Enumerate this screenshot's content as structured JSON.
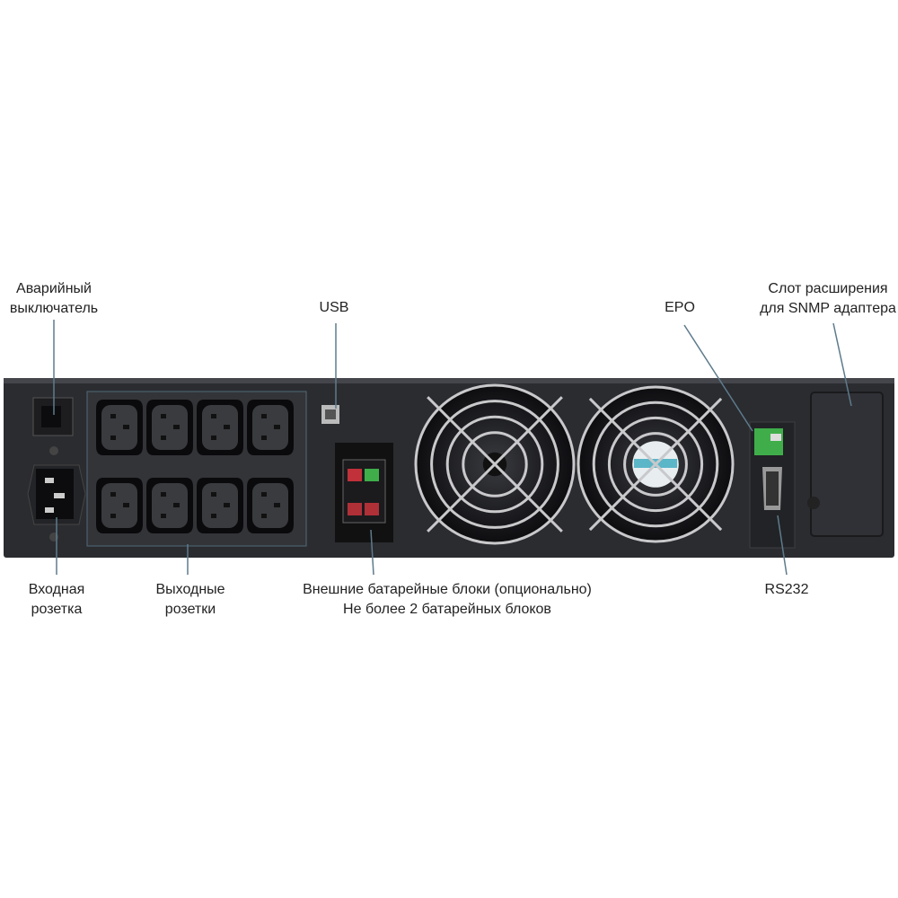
{
  "labels": {
    "emergency_switch": [
      "Аварийный",
      "выключатель"
    ],
    "usb": "USB",
    "epo": "EPO",
    "snmp_slot": [
      "Слот расширения",
      "для SNMP адаптера"
    ],
    "input_socket": [
      "Входная",
      "розетка"
    ],
    "output_sockets": [
      "Выходные",
      "розетки"
    ],
    "external_battery": [
      "Внешние батарейные блоки (опционально)",
      "Не более 2 батарейных блоков"
    ],
    "rs232": "RS232"
  },
  "colors": {
    "panel": "#2b2c30",
    "leader": "#5d7b8c",
    "epo_green": "#3fae4a",
    "battery_red": "#c0313a"
  },
  "outlet_count": 8
}
